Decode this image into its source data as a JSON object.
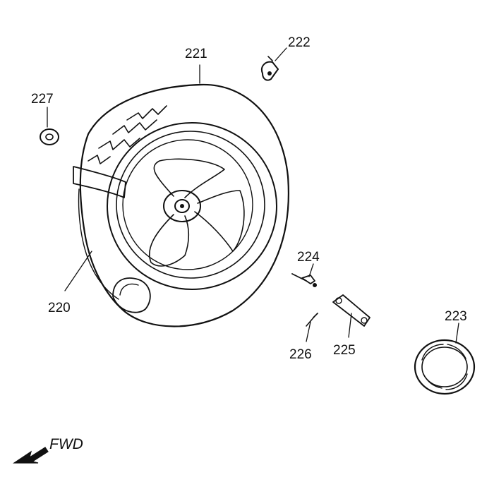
{
  "parts": [
    {
      "id": "part-220",
      "number": "220"
    },
    {
      "id": "part-221",
      "number": "221"
    },
    {
      "id": "part-222",
      "number": "222"
    },
    {
      "id": "part-223",
      "number": "223"
    },
    {
      "id": "part-224",
      "number": "224"
    },
    {
      "id": "part-225",
      "number": "225"
    },
    {
      "id": "part-226",
      "number": "226"
    },
    {
      "id": "part-227",
      "number": "227"
    }
  ],
  "direction_label": "FWD",
  "direction_icon": "arrow-left-down-icon"
}
